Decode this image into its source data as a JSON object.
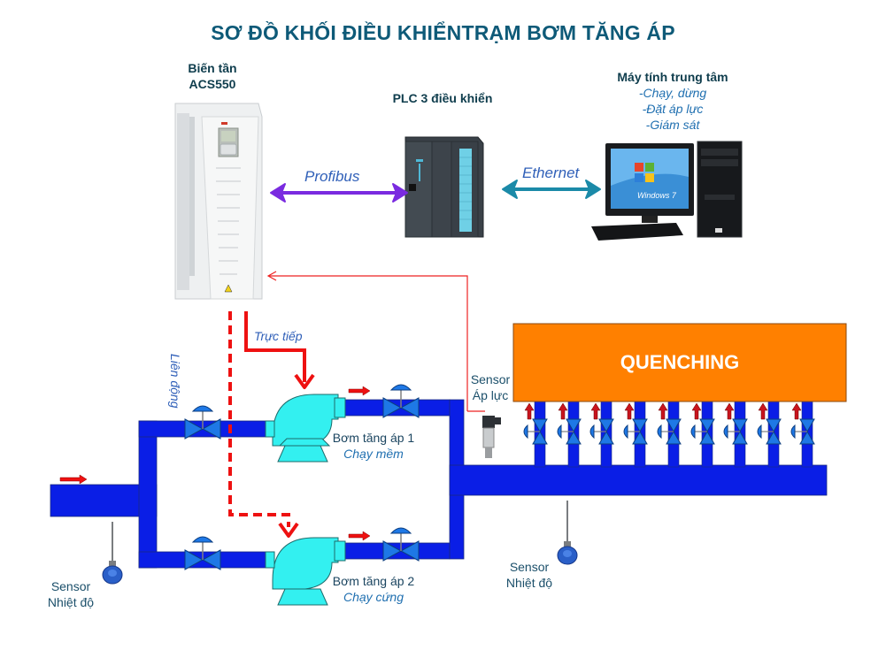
{
  "title": "SƠ ĐỒ KHỐI ĐIỀU KHIỂNTRẠM BƠM TĂNG ÁP",
  "devices": {
    "vfd": {
      "label_line1": "Biến tần",
      "label_line2": "ACS550"
    },
    "plc": {
      "label": "PLC 3 điều khiển"
    },
    "computer": {
      "label": "Máy tính trung tâm",
      "functions": [
        "-Chạy, dừng",
        "-Đặt áp lực",
        "-Giám sát"
      ],
      "screen_text": "Windows 7"
    }
  },
  "links": {
    "profibus": "Profibus",
    "ethernet": "Ethernet",
    "direct": "Trực tiếp",
    "interlock": "Liên động"
  },
  "pumps": [
    {
      "name": "Bơm tăng áp 1",
      "mode": "Chạy mềm"
    },
    {
      "name": "Bơm tăng áp 2",
      "mode": "Chạy cứng"
    }
  ],
  "sensors": {
    "pressure": {
      "line1": "Sensor",
      "line2": "Áp lực"
    },
    "temp_inlet": {
      "line1": "Sensor",
      "line2": "Nhiệt độ"
    },
    "temp_outlet": {
      "line1": "Sensor",
      "line2": "Nhiệt độ"
    }
  },
  "quenching": {
    "label": "QUENCHING",
    "branch_valves": 9
  },
  "colors": {
    "title": "#0e5a78",
    "pipe": "#0a1ee6",
    "pump": "#33f0f0",
    "valve": "#1e78e6",
    "quenching": "#ff8000",
    "profibus_arrow": "#7a2be0",
    "ethernet_arrow": "#1b8aa8",
    "control_line": "#ee1111"
  }
}
